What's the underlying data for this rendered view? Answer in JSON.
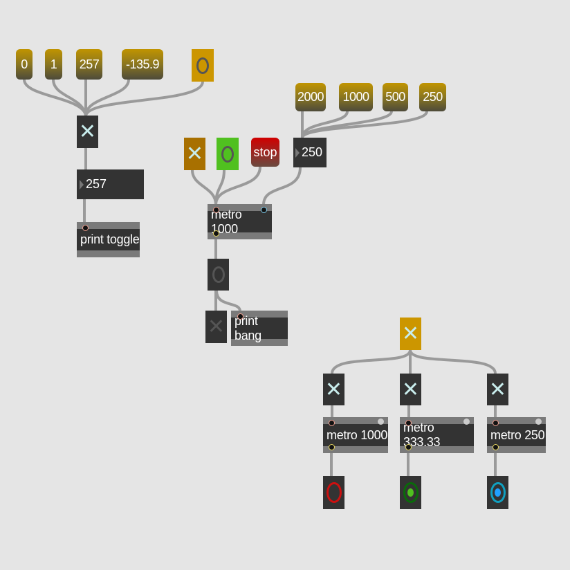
{
  "patch1": {
    "messages": [
      "0",
      "1",
      "257",
      "-135.9"
    ],
    "number_value": "257",
    "print_object": "print toggle"
  },
  "patch2": {
    "interval_messages": [
      "2000",
      "1000",
      "500",
      "250"
    ],
    "stop_label": "stop",
    "number_value": "250",
    "metro_object": "metro 1000",
    "print_object": "print bang"
  },
  "patch3": {
    "metros": [
      "metro 1000",
      "metro 333.33",
      "metro 250"
    ],
    "bang_colors": [
      "#cc1010",
      "#0a6a0a",
      "#10a0c0"
    ],
    "bang_blink_colors": [
      "",
      "#50c020",
      "#20a0ff"
    ]
  },
  "colors": {
    "background": "#e5e5e5",
    "object": "#333333",
    "toggle_orange": "#a87000",
    "bang_green": "#50c020"
  }
}
